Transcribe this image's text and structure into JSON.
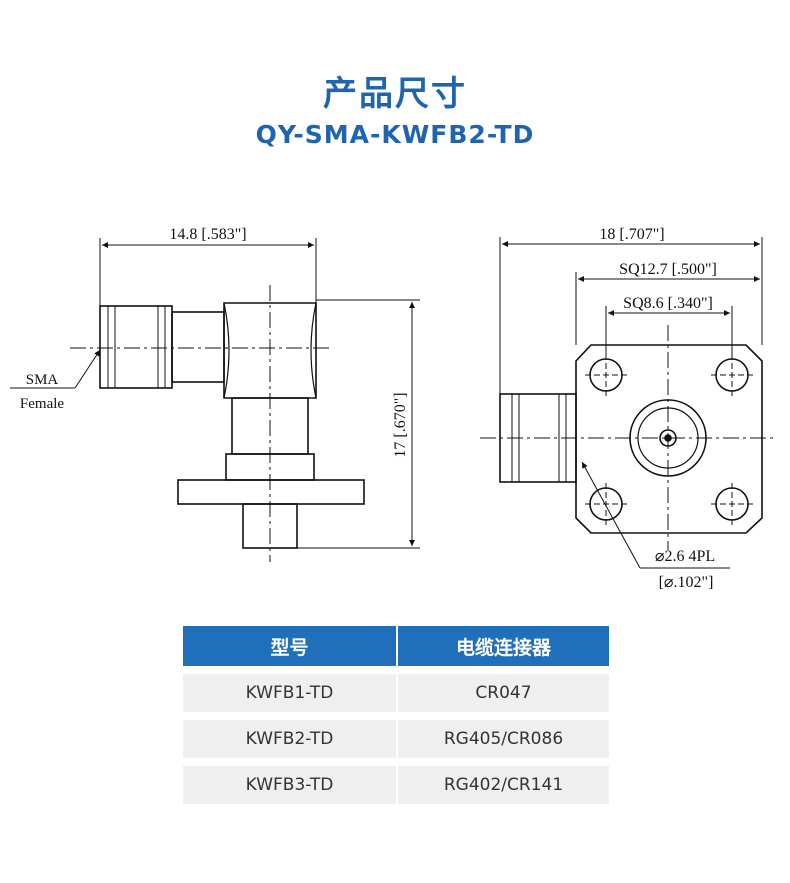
{
  "header": {
    "title": "产品尺寸",
    "model": "QY-SMA-KWFB2-TD"
  },
  "side_view": {
    "width_dim": "14.8 [.583\"]",
    "height_dim": "17 [.670\"]",
    "label_line1": "SMA",
    "label_line2": "Female"
  },
  "front_view": {
    "overall_dim": "18 [.707\"]",
    "sq_outer_dim": "SQ12.7 [.500\"]",
    "sq_inner_dim": "SQ8.6 [.340\"]",
    "hole_dim": "⌀2.6 4PL",
    "hole_dim_inch": "[⌀.102\"]"
  },
  "table": {
    "headers": [
      "型号",
      "电缆连接器"
    ],
    "rows": [
      [
        "KWFB1-TD",
        "CR047"
      ],
      [
        "KWFB2-TD",
        "RG405/CR086"
      ],
      [
        "KWFB3-TD",
        "RG402/CR141"
      ]
    ]
  },
  "colors": {
    "accent": "#1f64b0",
    "table_header": "#1f6fba",
    "row_bg": "#efefef"
  }
}
